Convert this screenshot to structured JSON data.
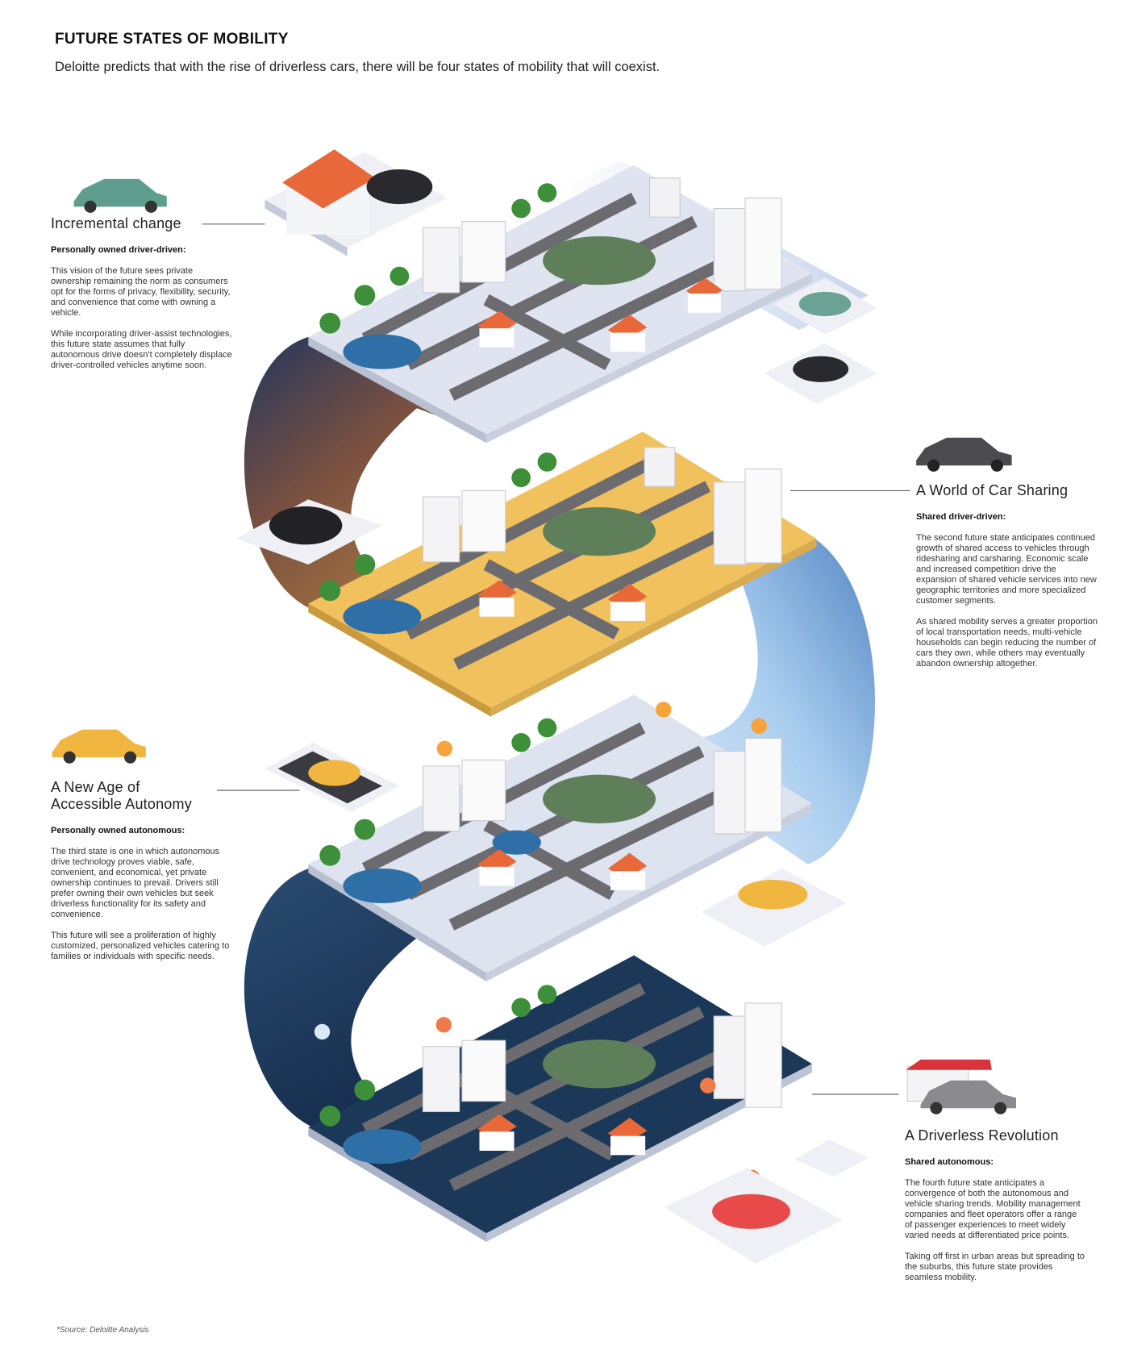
{
  "header": {
    "title": "FUTURE STATES OF MOBILITY",
    "subtitle": "Deloitte predicts that with the rise of driverless cars, there will be four states of mobility that will coexist."
  },
  "states": [
    {
      "heading": "Incremental change",
      "kind": "Personally owned driver-driven:",
      "paragraphs": [
        "This vision of the future sees private ownership remaining the norm as consumers opt for the forms of privacy, flexibility, security, and convenience that come with owning a vehicle.",
        "While incorporating driver-assist technologies, this future state assumes that fully autonomous drive doesn't completely displace driver-controlled vehicles anytime soon."
      ],
      "car_color": "#5f9e8f"
    },
    {
      "heading": "A World of Car Sharing",
      "kind": "Shared driver-driven:",
      "paragraphs": [
        "The second future state anticipates continued growth of shared access to vehicles through ridesharing and carsharing. Economic scale and increased competition drive the expansion of shared vehicle services into new geographic territories and more specialized customer segments.",
        "As shared mobility serves a greater proportion of local transportation needs, multi-vehicle households can begin reducing the number of cars they own, while others may eventually abandon ownership altogether."
      ],
      "car_color": "#4a4a4f"
    },
    {
      "heading": "A New Age of Accessible Autonomy",
      "kind": "Personally owned autonomous:",
      "paragraphs": [
        "The third state is one in which autonomous drive technology proves viable, safe, convenient, and economical, yet private ownership continues to prevail. Drivers still prefer owning their own vehicles but seek driverless functionality for its safety and convenience.",
        "This future will see a proliferation of highly customized, personalized vehicles catering to families or individuals with specific needs."
      ],
      "car_color": "#f0b640"
    },
    {
      "heading": "A Driverless Revolution",
      "kind": "Shared autonomous:",
      "paragraphs": [
        "The fourth future state anticipates a convergence of both the autonomous and vehicle sharing trends. Mobility management companies and fleet operators offer a range of passenger experiences to meet widely varied needs at differentiated price points.",
        "Taking off first in urban areas but spreading to the suburbs, this future state provides seamless mobility."
      ],
      "car_color": "#8a8a8f"
    }
  ],
  "colors": {
    "layer1": "#dfe4f0",
    "layer2": "#f1c15e",
    "layer3": "#dde3ef",
    "layer4": "#1c3858",
    "road": "#6b6b70",
    "park": "#5f7f5a",
    "roof": "#e8683a"
  },
  "footer": {
    "source": "*Source: Deloitte Analysis"
  }
}
